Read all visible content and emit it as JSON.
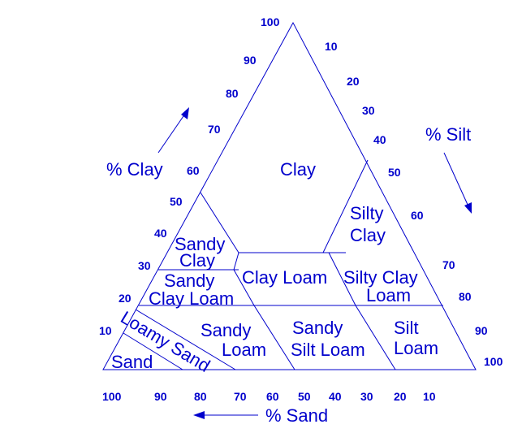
{
  "colors": {
    "ink": "#0000cc",
    "background": "#ffffff"
  },
  "axes": {
    "clay": {
      "label": "% Clay",
      "ticks": [
        "100",
        "90",
        "80",
        "70",
        "60",
        "50",
        "40",
        "30",
        "20",
        "10"
      ]
    },
    "silt": {
      "label": "% Silt",
      "ticks": [
        "10",
        "20",
        "30",
        "40",
        "50",
        "60",
        "70",
        "80",
        "90",
        "100"
      ]
    },
    "sand": {
      "label": "% Sand",
      "ticks": [
        "100",
        "90",
        "80",
        "70",
        "60",
        "50",
        "40",
        "30",
        "20",
        "10"
      ]
    }
  },
  "regions": {
    "clay": [
      "Clay"
    ],
    "silty_clay": [
      "Silty",
      "Clay"
    ],
    "sandy_clay": [
      "Sandy",
      "Clay"
    ],
    "clay_loam": [
      "Clay Loam"
    ],
    "silty_clay_loam": [
      "Silty Clay",
      "Loam"
    ],
    "sandy_clay_loam": [
      "Sandy",
      "Clay Loam"
    ],
    "sandy_loam": [
      "Sandy",
      "Loam"
    ],
    "sandy_silt_loam": [
      "Sandy",
      "Silt Loam"
    ],
    "silt_loam": [
      "Silt",
      "Loam"
    ],
    "loamy_sand": [
      "Loamy Sand"
    ],
    "sand": [
      "Sand"
    ]
  }
}
